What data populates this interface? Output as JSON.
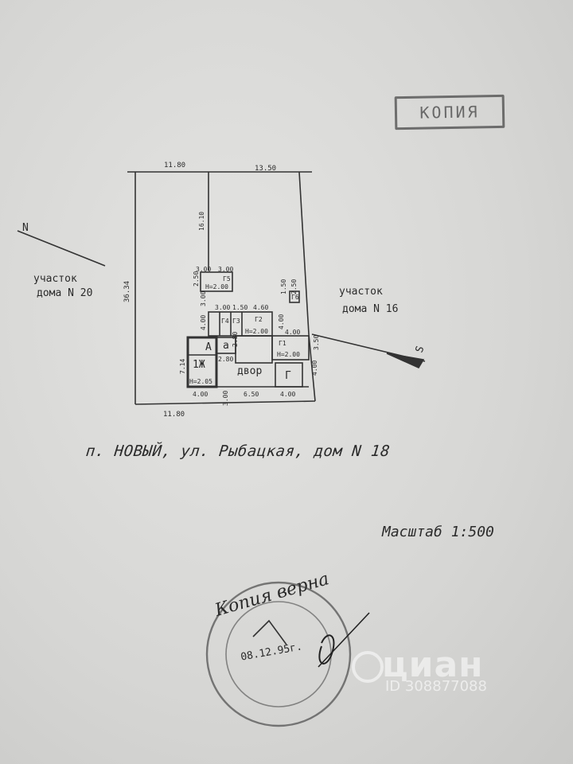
{
  "stamp_copy": "КОПИЯ",
  "plan": {
    "dims_top": [
      "11.80",
      "13.50"
    ],
    "dims_bottom": [
      "11.80"
    ],
    "dims_left": [
      "36.34"
    ],
    "dims_inner": [
      "16.10",
      "3.00",
      "3.00",
      "2.50",
      "3.00",
      "3.00",
      "1.50",
      "4.60",
      "4.00",
      "2.80",
      "2.80",
      "4.00",
      "4.00",
      "3.50",
      "7.14",
      "4.00",
      "6.50",
      "4.00",
      "3.00",
      "4.00",
      "2.50",
      "1.50"
    ],
    "heights": [
      "Н=2.00",
      "Н=2.00",
      "Н=2.00",
      "Н=2.05"
    ],
    "rooms": {
      "A": "А",
      "a": "а",
      "dwelling": "1Ж",
      "yard": "двор",
      "G": "Г",
      "G1": "Г1",
      "G2": "Г2",
      "G3": "Г3",
      "G4": "Г4",
      "G5": "Г5",
      "G6": "Г6"
    },
    "north": "N",
    "south": "S"
  },
  "neighbors": {
    "left_line1": "участок",
    "left_line2": "дома N 20",
    "right_line1": "участок",
    "right_line2": "дома N 16"
  },
  "address": "п. НОВЫЙ,  ул. Рыбацкая, дом N 18",
  "scale": "Масштаб 1:500",
  "certification": {
    "text": "Копия верна",
    "date": "08.12.95г."
  },
  "watermark": {
    "brand": "циан",
    "id": "ID 308877088"
  }
}
